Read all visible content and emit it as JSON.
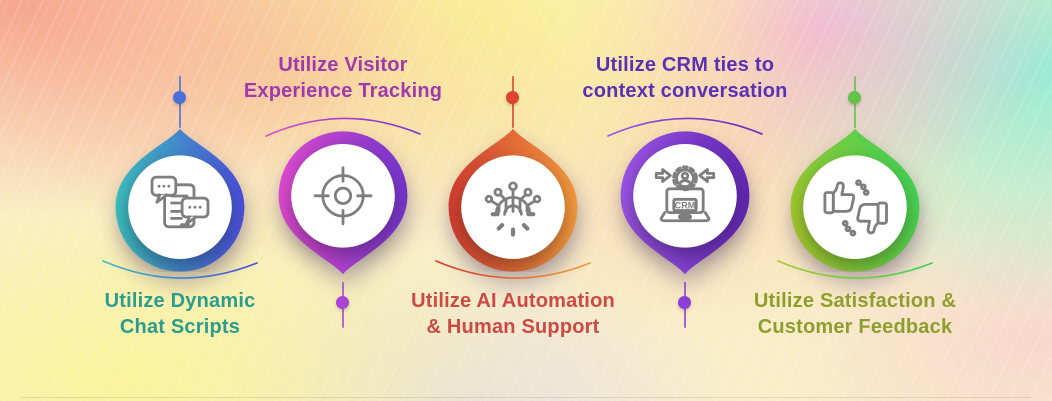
{
  "items": [
    {
      "id": "dynamic-chat-scripts",
      "lines": [
        "Utilize Dynamic",
        "Chat Scripts"
      ],
      "icon": "chat-scripts-icon",
      "label_position": "below",
      "colors": {
        "grad_start": "#3cc0bd",
        "grad_end": "#4b4edb",
        "text": "#2b9c90",
        "dot": "#4a6fd8"
      }
    },
    {
      "id": "visitor-experience-tracking",
      "lines": [
        "Utilize Visitor",
        "Experience Tracking"
      ],
      "icon": "target-icon",
      "label_position": "above",
      "colors": {
        "grad_start": "#e14ad0",
        "grad_end": "#7436ce",
        "text": "#a238ad",
        "dot": "#ab44d4"
      }
    },
    {
      "id": "ai-automation-human-support",
      "lines": [
        "Utilize AI Automation",
        "& Human Support"
      ],
      "icon": "ai-gear-icon",
      "label_position": "below",
      "colors": {
        "grad_start": "#d23c31",
        "grad_end": "#f29a3d",
        "text": "#cc4a42",
        "dot": "#dc452c"
      }
    },
    {
      "id": "crm-context-conversation",
      "lines": [
        "Utilize CRM ties to",
        "context conversation"
      ],
      "icon": "crm-laptop-icon",
      "label_position": "above",
      "colors": {
        "grad_start": "#9b55e6",
        "grad_end": "#6327b5",
        "text": "#5a31b5",
        "dot": "#8a3fd6"
      }
    },
    {
      "id": "satisfaction-customer-feedback",
      "lines": [
        "Utilize Satisfaction &",
        "Customer Feedback"
      ],
      "icon": "thumbs-feedback-icon",
      "label_position": "below",
      "colors": {
        "grad_start": "#a6c92c",
        "grad_end": "#3ed157",
        "text": "#8e9e2c",
        "dot": "#62c348"
      }
    }
  ],
  "icon_stroke": "#7e7e7e",
  "crm_label": "CRM"
}
